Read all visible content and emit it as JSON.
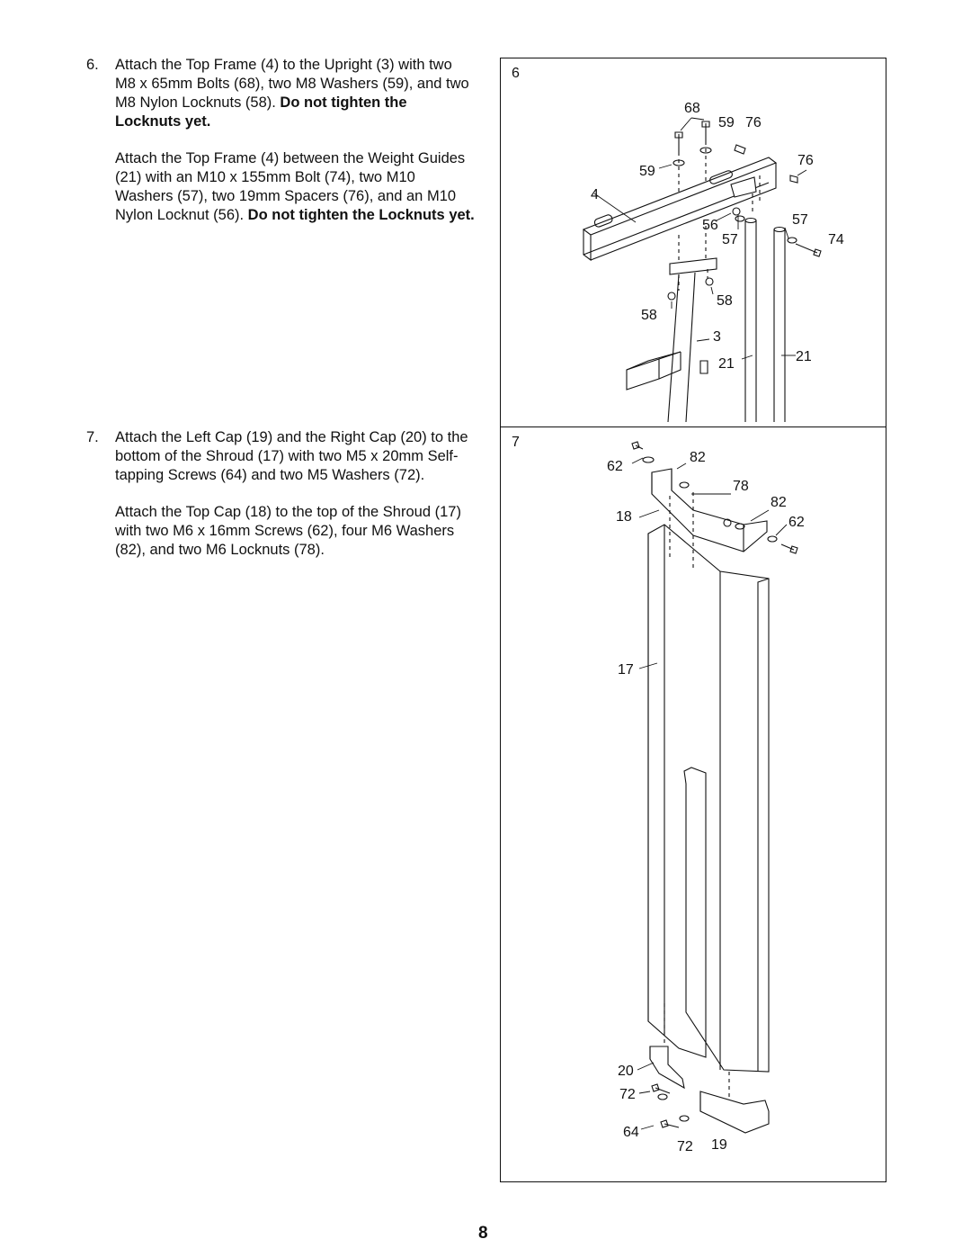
{
  "step6": {
    "number": "6.",
    "para1_text": "Attach the Top Frame (4) to the Upright (3) with two M8 x 65mm Bolts (68), two M8 Washers (59), and two M8 Nylon Locknuts (58).",
    "para1_bold": "Do not tighten the Locknuts yet.",
    "para2_text": "Attach the Top Frame (4) between the Weight Guides (21) with an M10 x 155mm Bolt (74), two M10 Washers (57), two 19mm Spacers (76), and an M10 Nylon Locknut (56).",
    "para2_bold": "Do not tighten the Locknuts yet."
  },
  "step7": {
    "number": "7.",
    "para1_text": "Attach the Left Cap (19) and the Right Cap (20) to the bottom of the Shroud (17) with two M5 x 20mm Self-tapping Screws (64) and two M5 Washers (72).",
    "para2_text": "Attach the Top Cap (18) to the top of the Shroud (17) with two M6 x 16mm Screws (62), four M6 Washers (82), and two M6 Locknuts (78)."
  },
  "panel6": {
    "label": "6",
    "callouts": [
      "68",
      "59",
      "76",
      "59",
      "76",
      "4",
      "56",
      "57",
      "57",
      "74",
      "58",
      "58",
      "3",
      "21",
      "21"
    ]
  },
  "panel7": {
    "label": "7",
    "callouts": [
      "62",
      "82",
      "78",
      "82",
      "18",
      "62",
      "17",
      "20",
      "72",
      "64",
      "72",
      "19"
    ]
  },
  "page_number": "8"
}
